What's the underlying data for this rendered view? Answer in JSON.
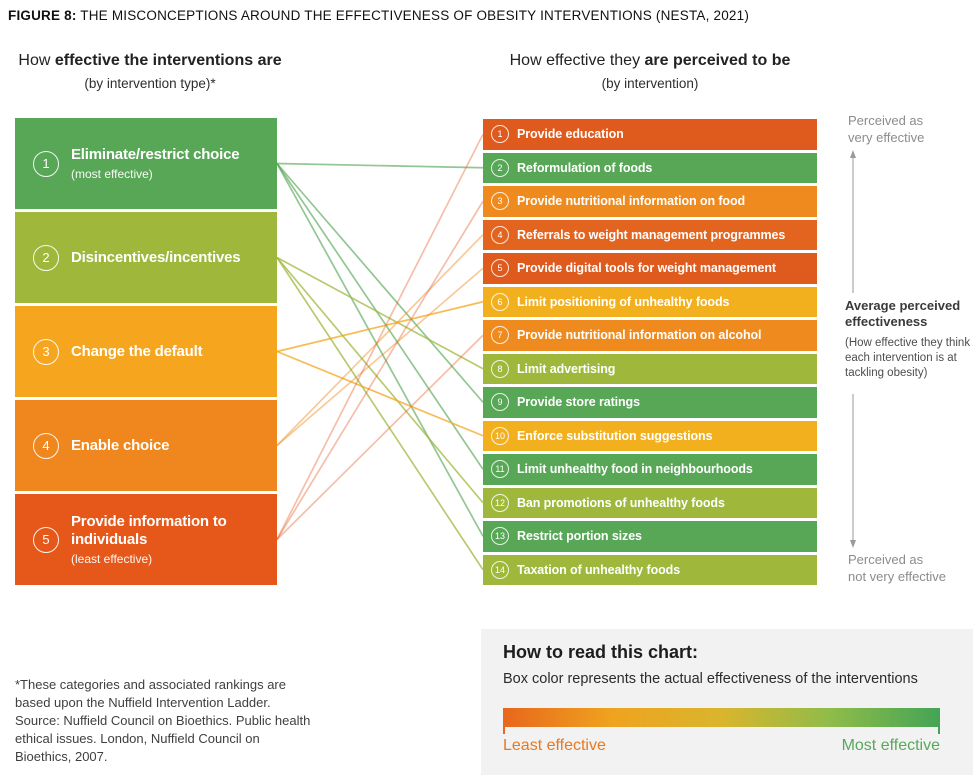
{
  "figure_title": {
    "label": "FIGURE 8:",
    "text": " THE MISCONCEPTIONS AROUND THE EFFECTIVENESS OF OBESITY INTERVENTIONS (NESTA, 2021)"
  },
  "left_panel": {
    "heading_regular": "How ",
    "heading_bold": "effective the interventions are",
    "subheading": "(by intervention type)*",
    "blocks": [
      {
        "num": "1",
        "label": "Eliminate/restrict choice",
        "sublabel": "(most effective)",
        "color": "#57a757"
      },
      {
        "num": "2",
        "label": "Disincentives/incentives",
        "sublabel": "",
        "color": "#9fb83c"
      },
      {
        "num": "3",
        "label": "Change the default",
        "sublabel": "",
        "color": "#f5a61e"
      },
      {
        "num": "4",
        "label": "Enable choice",
        "sublabel": "",
        "color": "#f0871e"
      },
      {
        "num": "5",
        "label": "Provide information to individuals",
        "sublabel": "(least effective)",
        "color": "#e5581a"
      }
    ],
    "footnote": "*These categories and associated rankings are based upon the Nuffield Intervention Ladder. Source: Nuffield Council on Bioethics. Public health ethical issues. London, Nuffield Council on Bioethics, 2007."
  },
  "right_panel": {
    "heading_regular": "How effective they ",
    "heading_bold": "are perceived to be",
    "subheading": "(by intervention)",
    "rows": [
      {
        "num": "1",
        "label": "Provide education",
        "color": "#df5a1d"
      },
      {
        "num": "2",
        "label": "Reformulation of foods",
        "color": "#57a757"
      },
      {
        "num": "3",
        "label": "Provide nutritional information on food",
        "color": "#ee8a1e"
      },
      {
        "num": "4",
        "label": "Referrals to weight management programmes",
        "color": "#e2641e"
      },
      {
        "num": "5",
        "label": "Provide digital tools for weight management",
        "color": "#df5a1d"
      },
      {
        "num": "6",
        "label": "Limit positioning of unhealthy foods",
        "color": "#f2b01e"
      },
      {
        "num": "7",
        "label": "Provide nutritional information on alcohol",
        "color": "#ee8a1e"
      },
      {
        "num": "8",
        "label": "Limit advertising",
        "color": "#9fb83c"
      },
      {
        "num": "9",
        "label": "Provide store ratings",
        "color": "#57a757"
      },
      {
        "num": "10",
        "label": "Enforce substitution suggestions",
        "color": "#f2b01e"
      },
      {
        "num": "11",
        "label": "Limit unhealthy food in neighbourhoods",
        "color": "#57a757"
      },
      {
        "num": "12",
        "label": "Ban promotions of unhealthy foods",
        "color": "#9fb83c"
      },
      {
        "num": "13",
        "label": "Restrict portion sizes",
        "color": "#57a757"
      },
      {
        "num": "14",
        "label": "Taxation of unhealthy foods",
        "color": "#9fb83c"
      }
    ]
  },
  "connections": [
    {
      "from_block": 1,
      "to_rows": [
        2,
        9,
        11,
        13
      ],
      "line_color": "rgba(87,167,87,0.65)"
    },
    {
      "from_block": 2,
      "to_rows": [
        8,
        12,
        14
      ],
      "line_color": "rgba(159,184,60,0.75)"
    },
    {
      "from_block": 3,
      "to_rows": [
        6,
        10
      ],
      "line_color": "rgba(245,166,30,0.75)"
    },
    {
      "from_block": 4,
      "to_rows": [
        4,
        5
      ],
      "line_color": "rgba(240,135,30,0.45)"
    },
    {
      "from_block": 5,
      "to_rows": [
        1,
        3,
        7
      ],
      "line_color": "rgba(229,84,26,0.38)"
    }
  ],
  "side_annotation": {
    "top_label": "Perceived as\nvery effective",
    "middle_bold": "Average perceived effectiveness",
    "middle_note": "(How effective they think each intervention is at tackling obesity)",
    "bottom_label": "Perceived as\nnot very effective",
    "arrow_color": "#9a9a9a"
  },
  "legend_box": {
    "title": "How to read this chart:",
    "body": "Box color represents the actual effectiveness of the interventions",
    "left_label": "Least effective",
    "right_label": "Most effective",
    "left_label_color": "#e8781f",
    "right_label_color": "#58a85c",
    "gradient": [
      "#e8671c",
      "#efa31f",
      "#d9b52d",
      "#8fbc4a",
      "#44a455"
    ]
  },
  "chart_data": {
    "type": "table",
    "title": "FIGURE 8: THE MISCONCEPTIONS AROUND THE EFFECTIVENESS OF OBESITY INTERVENTIONS (NESTA, 2021)",
    "left_axis": "How effective the interventions are (by intervention type, Nuffield Intervention Ladder rank 1=most effective)",
    "right_axis": "How effective they are perceived to be (by intervention, top=perceived as very effective)",
    "intervention_types_ranked": [
      "Eliminate/restrict choice",
      "Disincentives/incentives",
      "Change the default",
      "Enable choice",
      "Provide information to individuals"
    ],
    "interventions_by_perceived_rank": [
      {
        "perceived_rank": 1,
        "label": "Provide education",
        "intervention_type": "Provide information to individuals",
        "actual_effectiveness": "least effective (red-orange)"
      },
      {
        "perceived_rank": 2,
        "label": "Reformulation of foods",
        "intervention_type": "Eliminate/restrict choice",
        "actual_effectiveness": "most effective (green)"
      },
      {
        "perceived_rank": 3,
        "label": "Provide nutritional information on food",
        "intervention_type": "Provide information to individuals",
        "actual_effectiveness": "low (orange)"
      },
      {
        "perceived_rank": 4,
        "label": "Referrals to weight management programmes",
        "intervention_type": "Enable choice",
        "actual_effectiveness": "least effective (red-orange)"
      },
      {
        "perceived_rank": 5,
        "label": "Provide digital tools for weight management",
        "intervention_type": "Enable choice",
        "actual_effectiveness": "least effective (red-orange)"
      },
      {
        "perceived_rank": 6,
        "label": "Limit positioning of unhealthy foods",
        "intervention_type": "Change the default",
        "actual_effectiveness": "medium (yellow)"
      },
      {
        "perceived_rank": 7,
        "label": "Provide nutritional information on alcohol",
        "intervention_type": "Provide information to individuals",
        "actual_effectiveness": "low (orange)"
      },
      {
        "perceived_rank": 8,
        "label": "Limit advertising",
        "intervention_type": "Disincentives/incentives",
        "actual_effectiveness": "high (yellow-green)"
      },
      {
        "perceived_rank": 9,
        "label": "Provide store ratings",
        "intervention_type": "Eliminate/restrict choice",
        "actual_effectiveness": "most effective (green)"
      },
      {
        "perceived_rank": 10,
        "label": "Enforce substitution suggestions",
        "intervention_type": "Change the default",
        "actual_effectiveness": "medium (yellow)"
      },
      {
        "perceived_rank": 11,
        "label": "Limit unhealthy food in neighbourhoods",
        "intervention_type": "Eliminate/restrict choice",
        "actual_effectiveness": "most effective (green)"
      },
      {
        "perceived_rank": 12,
        "label": "Ban promotions of unhealthy foods",
        "intervention_type": "Disincentives/incentives",
        "actual_effectiveness": "high (yellow-green)"
      },
      {
        "perceived_rank": 13,
        "label": "Restrict portion sizes",
        "intervention_type": "Eliminate/restrict choice",
        "actual_effectiveness": "most effective (green)"
      },
      {
        "perceived_rank": 14,
        "label": "Taxation of unhealthy foods",
        "intervention_type": "Disincentives/incentives",
        "actual_effectiveness": "high (yellow-green)"
      }
    ],
    "color_scale": {
      "meaning": "Box color represents the actual effectiveness of the interventions",
      "left": "Least effective",
      "right": "Most effective"
    }
  }
}
